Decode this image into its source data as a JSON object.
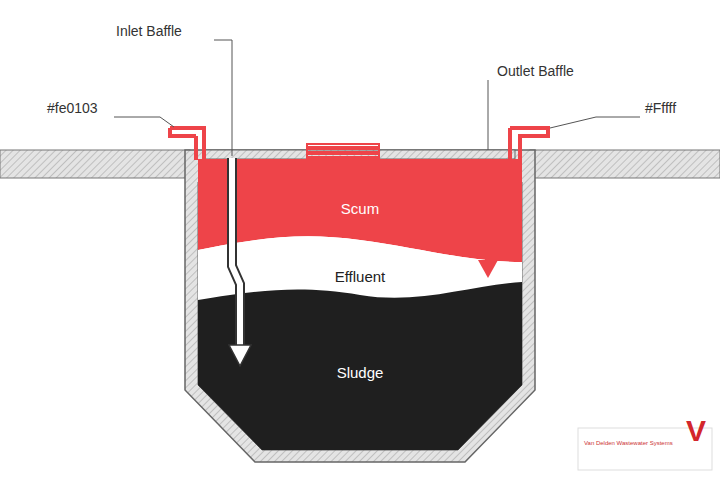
{
  "diagram": {
    "nodes": [
      {
        "text": [
          "Scum"
        ]
      },
      {
        "text": [
          "Effluent"
        ]
      },
      {
        "text": [
          "Sludge"
        ]
      }
    ],
    "labels": [
      "Inlet Baffle",
      "Outlet Baffle",
      "#fe0103",
      "#Fffff",
      "Van Delden Wastewater Systems",
      "V"
    ]
  }
}
